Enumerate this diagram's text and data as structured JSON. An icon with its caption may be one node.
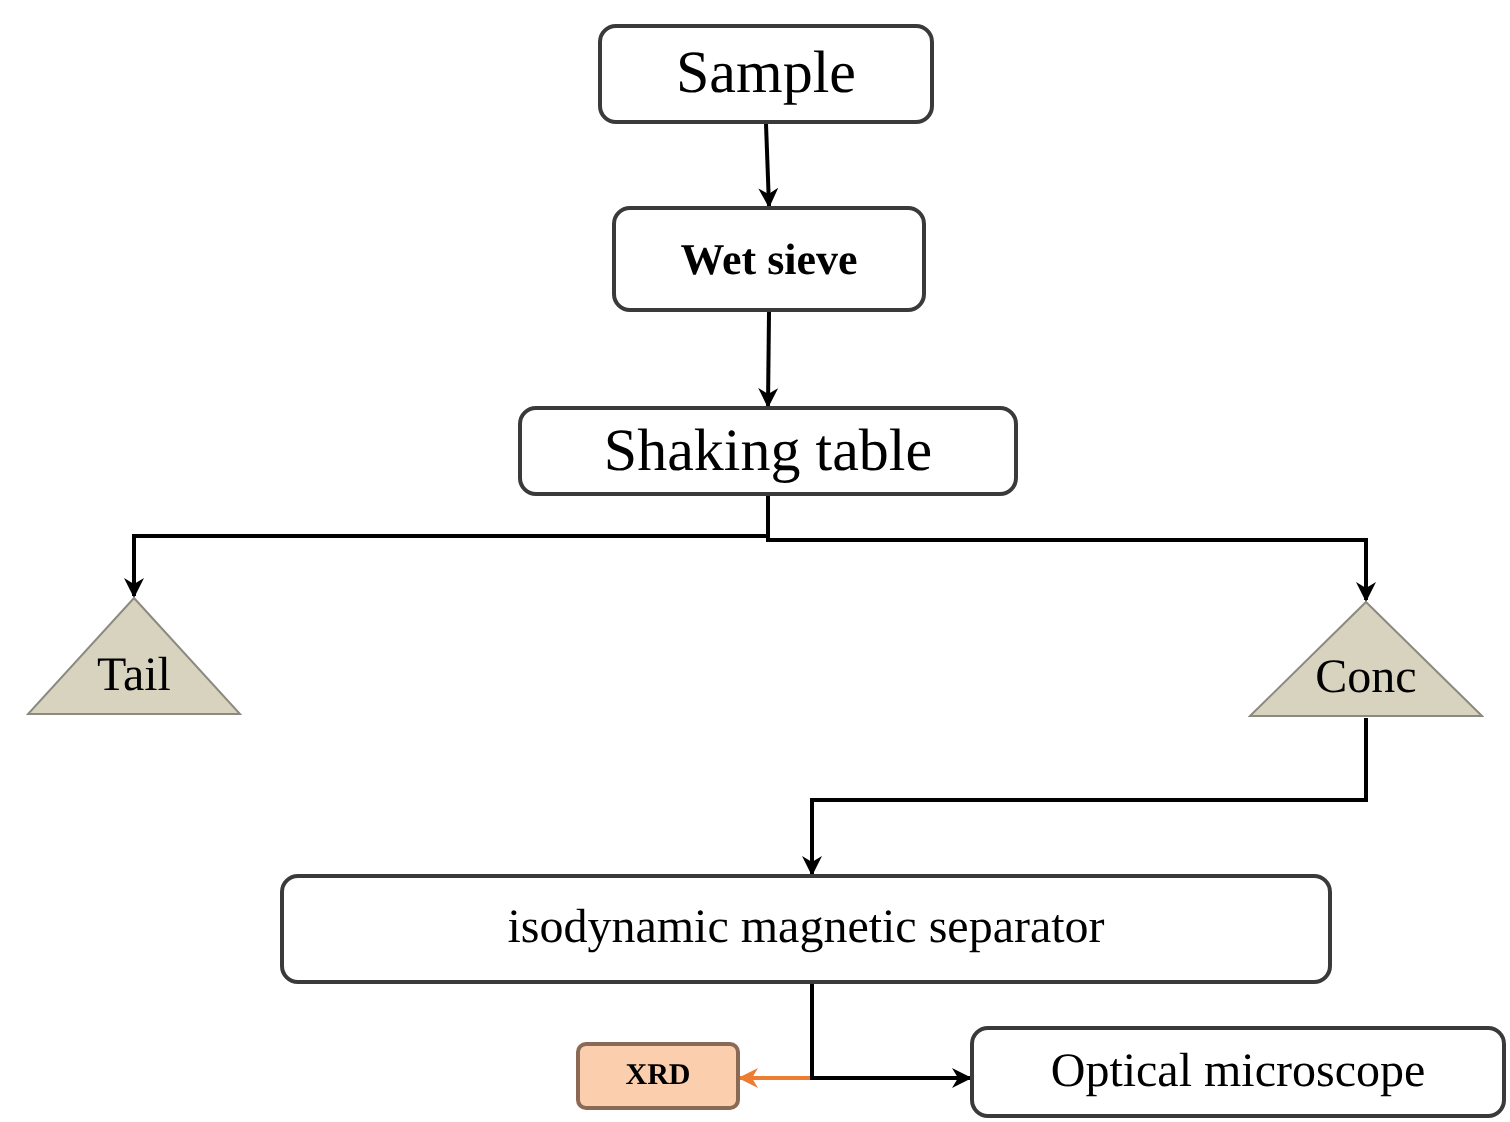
{
  "diagram": {
    "nodes": [
      {
        "text": [
          "Sample"
        ]
      },
      {
        "text": [
          "Wet sieve"
        ]
      },
      {
        "text": [
          "Shaking table"
        ]
      },
      {
        "text": [
          "Tail"
        ]
      },
      {
        "text": [
          "Conc"
        ]
      },
      {
        "text": [
          "isodynamic magnetic separator"
        ]
      },
      {
        "text": [
          "XRD"
        ]
      },
      {
        "text": [
          "Optical microscope"
        ]
      }
    ],
    "edges": [
      {
        "from": 0,
        "to": 1,
        "arrow": "to"
      },
      {
        "from": 1,
        "to": 2,
        "arrow": "to"
      },
      {
        "from": 2,
        "to": 3,
        "arrow": "to"
      },
      {
        "from": 2,
        "to": 4,
        "arrow": "to"
      },
      {
        "from": 4,
        "to": 5,
        "arrow": "to"
      },
      {
        "from": 5,
        "to": 6,
        "arrow": "to",
        "color": "#ed7d31"
      },
      {
        "from": 5,
        "to": 7,
        "arrow": "to"
      }
    ]
  }
}
